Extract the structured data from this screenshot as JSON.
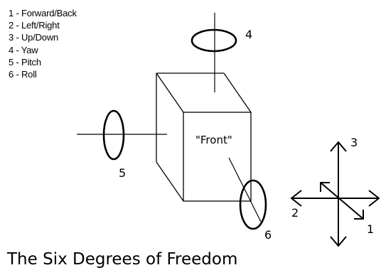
{
  "legend": [
    "1 - Forward/Back",
    "2 - Left/Right",
    "3 - Up/Down",
    "4 - Yaw",
    "5 - Pitch",
    "6 - Roll"
  ],
  "labels": {
    "yaw": "4",
    "pitch": "5",
    "roll": "6",
    "axis_forward": "1",
    "axis_left_right": "2",
    "axis_up_down": "3"
  },
  "front_label": "\"Front\"",
  "title": "The Six Degrees of Freedom",
  "colors": {
    "stroke": "#000000",
    "background": "#ffffff"
  }
}
